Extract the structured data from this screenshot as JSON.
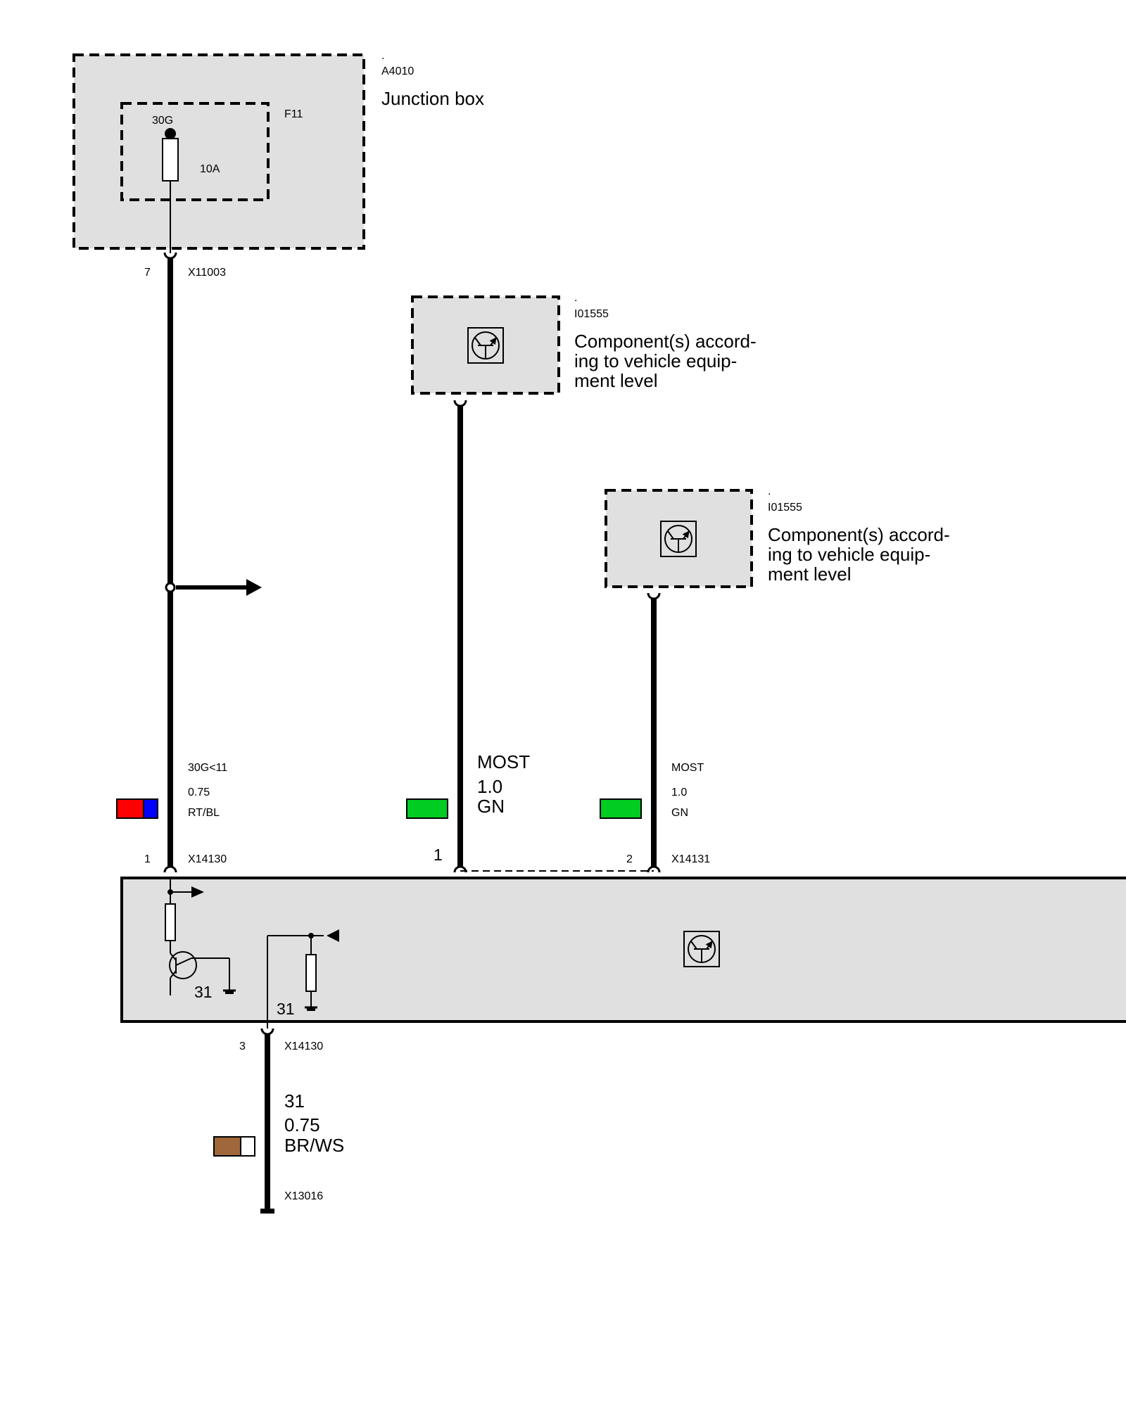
{
  "junction_box": {
    "dot": ".",
    "id": "A4010",
    "title": "Junction box",
    "fuse_terminal": "30G",
    "fuse_id": "F11",
    "fuse_rating": "10A",
    "pin": "7",
    "connector": "X11003"
  },
  "component_1": {
    "dot": ".",
    "id": "I01555",
    "title_lines": [
      "Component(s) accord-",
      "ing to vehicle equip-",
      "ment level"
    ]
  },
  "component_2": {
    "dot": ".",
    "id": "I01555",
    "title_lines": [
      "Component(s) accord-",
      "ing to vehicle equip-",
      "ment level"
    ]
  },
  "wire_power": {
    "signal": "30G<11",
    "gauge": "0.75",
    "color_code": "RT/BL",
    "swatch_colors": [
      "#ff0000",
      "#0000ff"
    ],
    "pin": "1",
    "connector": "X14130"
  },
  "wire_most_1": {
    "signal": "MOST",
    "gauge": "1.0",
    "color_code": "GN",
    "swatch_colors": [
      "#00cc22"
    ],
    "pin": "1"
  },
  "wire_most_2": {
    "signal": "MOST",
    "gauge": "1.0",
    "color_code": "GN",
    "swatch_colors": [
      "#00cc22"
    ],
    "pin": "2",
    "connector": "X14131"
  },
  "control_unit": {
    "ground_label_1": "31",
    "ground_label_2": "31"
  },
  "wire_ground": {
    "pin": "3",
    "connector_top": "X14130",
    "signal": "31",
    "gauge": "0.75",
    "color_code": "BR/WS",
    "swatch_colors": [
      "#a0683a",
      "#ffffff"
    ],
    "connector_bottom": "X13016"
  }
}
